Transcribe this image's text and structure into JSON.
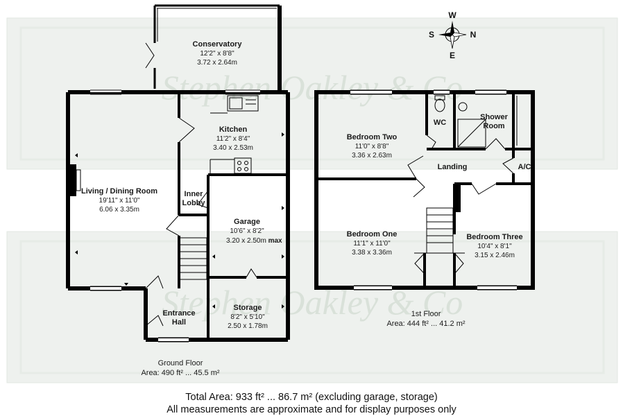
{
  "watermark": {
    "agency": "Stephen Oakley & Co"
  },
  "compass": {
    "north": "N",
    "south": "S",
    "east": "E",
    "west": "W"
  },
  "ground_floor": {
    "title": "Ground Floor",
    "area": "Area: 490 ft² ... 45.5 m²",
    "rooms": {
      "conservatory": {
        "name": "Conservatory",
        "imperial": "12'2\" x 8'8\"",
        "metric": "3.72 x 2.64m"
      },
      "kitchen": {
        "name": "Kitchen",
        "imperial": "11'2\" x 8'4\"",
        "metric": "3.40 x 2.53m"
      },
      "living_dining": {
        "name": "Living / Dining Room",
        "imperial": "19'11\" x 11'0\"",
        "metric": "6.06 x 3.35m"
      },
      "inner_lobby": {
        "name_line1": "Inner",
        "name_line2": "Lobby"
      },
      "garage": {
        "name": "Garage",
        "imperial": "10'6\" x 8'2\"",
        "metric": "3.20 x 2.50m",
        "metric_suffix": "max"
      },
      "storage": {
        "name": "Storage",
        "imperial": "8'2\" x 5'10\"",
        "metric": "2.50 x 1.78m"
      },
      "entrance_hall": {
        "name_line1": "Entrance",
        "name_line2": "Hall"
      }
    }
  },
  "first_floor": {
    "title": "1st Floor",
    "area": "Area: 444 ft² ... 41.2 m²",
    "rooms": {
      "bedroom_two": {
        "name": "Bedroom Two",
        "imperial": "11'0\" x 8'8\"",
        "metric": "3.36 x 2.63m"
      },
      "wc": {
        "name": "WC"
      },
      "shower_room": {
        "name_line1": "Shower",
        "name_line2": "Room"
      },
      "landing": {
        "name": "Landing"
      },
      "airing_cupboard": {
        "name": "A/C"
      },
      "bedroom_one": {
        "name": "Bedroom One",
        "imperial": "11'1\" x 11'0\"",
        "metric": "3.38 x 3.36m"
      },
      "bedroom_three": {
        "name": "Bedroom Three",
        "imperial": "10'4\" x 8'1\"",
        "metric": "3.15 x 2.46m"
      }
    }
  },
  "footer": {
    "total_area": "Total Area: 933 ft² ... 86.7 m² (excluding garage, storage)",
    "disclaimer": "All measurements are approximate and for display purposes only"
  }
}
